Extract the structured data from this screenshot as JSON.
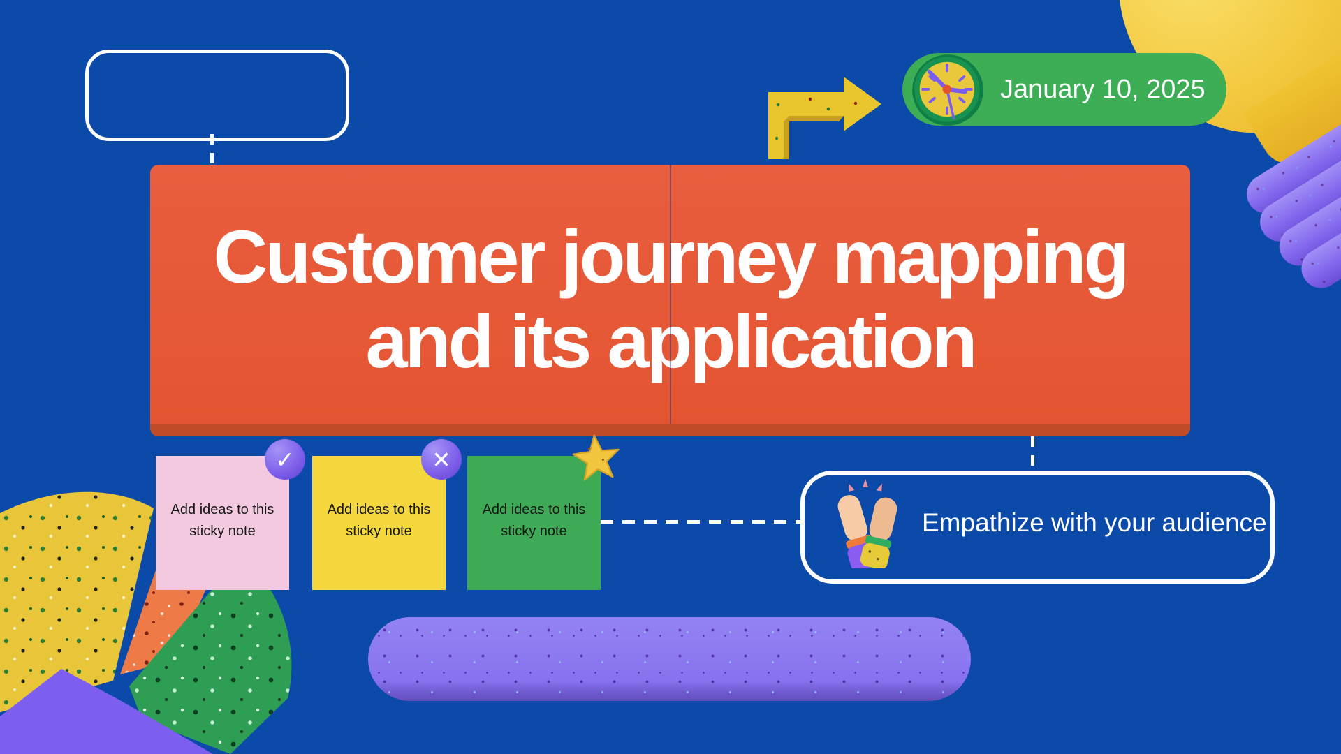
{
  "canvas": {
    "background_color": "#0b4aa8",
    "app_kind": "whiteboard-canvas"
  },
  "empty_frame": {
    "description": "empty rounded outline frame"
  },
  "date_badge": {
    "label": "January 10, 2025",
    "background_color": "#3dad56",
    "icon": "clock-icon"
  },
  "title_panel": {
    "line1": "Customer journey mapping",
    "line2": "and its application",
    "background_color": "#e65a3b",
    "text_color": "#ffffff"
  },
  "sticky_notes": {
    "items": [
      {
        "text": "Add ideas to this sticky note",
        "color": "#f3c9df",
        "badge_icon": "check-badge-icon",
        "badge_glyph": "✓"
      },
      {
        "text": "Add ideas to this sticky note",
        "color": "#f5d73e",
        "badge_icon": "cross-badge-icon",
        "badge_glyph": "✕"
      },
      {
        "text": "Add ideas to this sticky note",
        "color": "#3faa55",
        "badge_icon": "star-badge-icon"
      }
    ]
  },
  "empathize_card": {
    "label": "Empathize with your audience",
    "icon": "clapping-hands-icon"
  },
  "decorations": {
    "lightbulb": "lightbulb-3d-illustration",
    "pie_chart": "pie-chart-3d-illustration",
    "arrow": "yellow-elbow-arrow-illustration",
    "purple_bar_color": "#8a76ee",
    "accent_yellow": "#e9c52e",
    "accent_purple": "#7b5ce9",
    "accent_green": "#3dad56",
    "accent_orange": "#e65a3b"
  }
}
